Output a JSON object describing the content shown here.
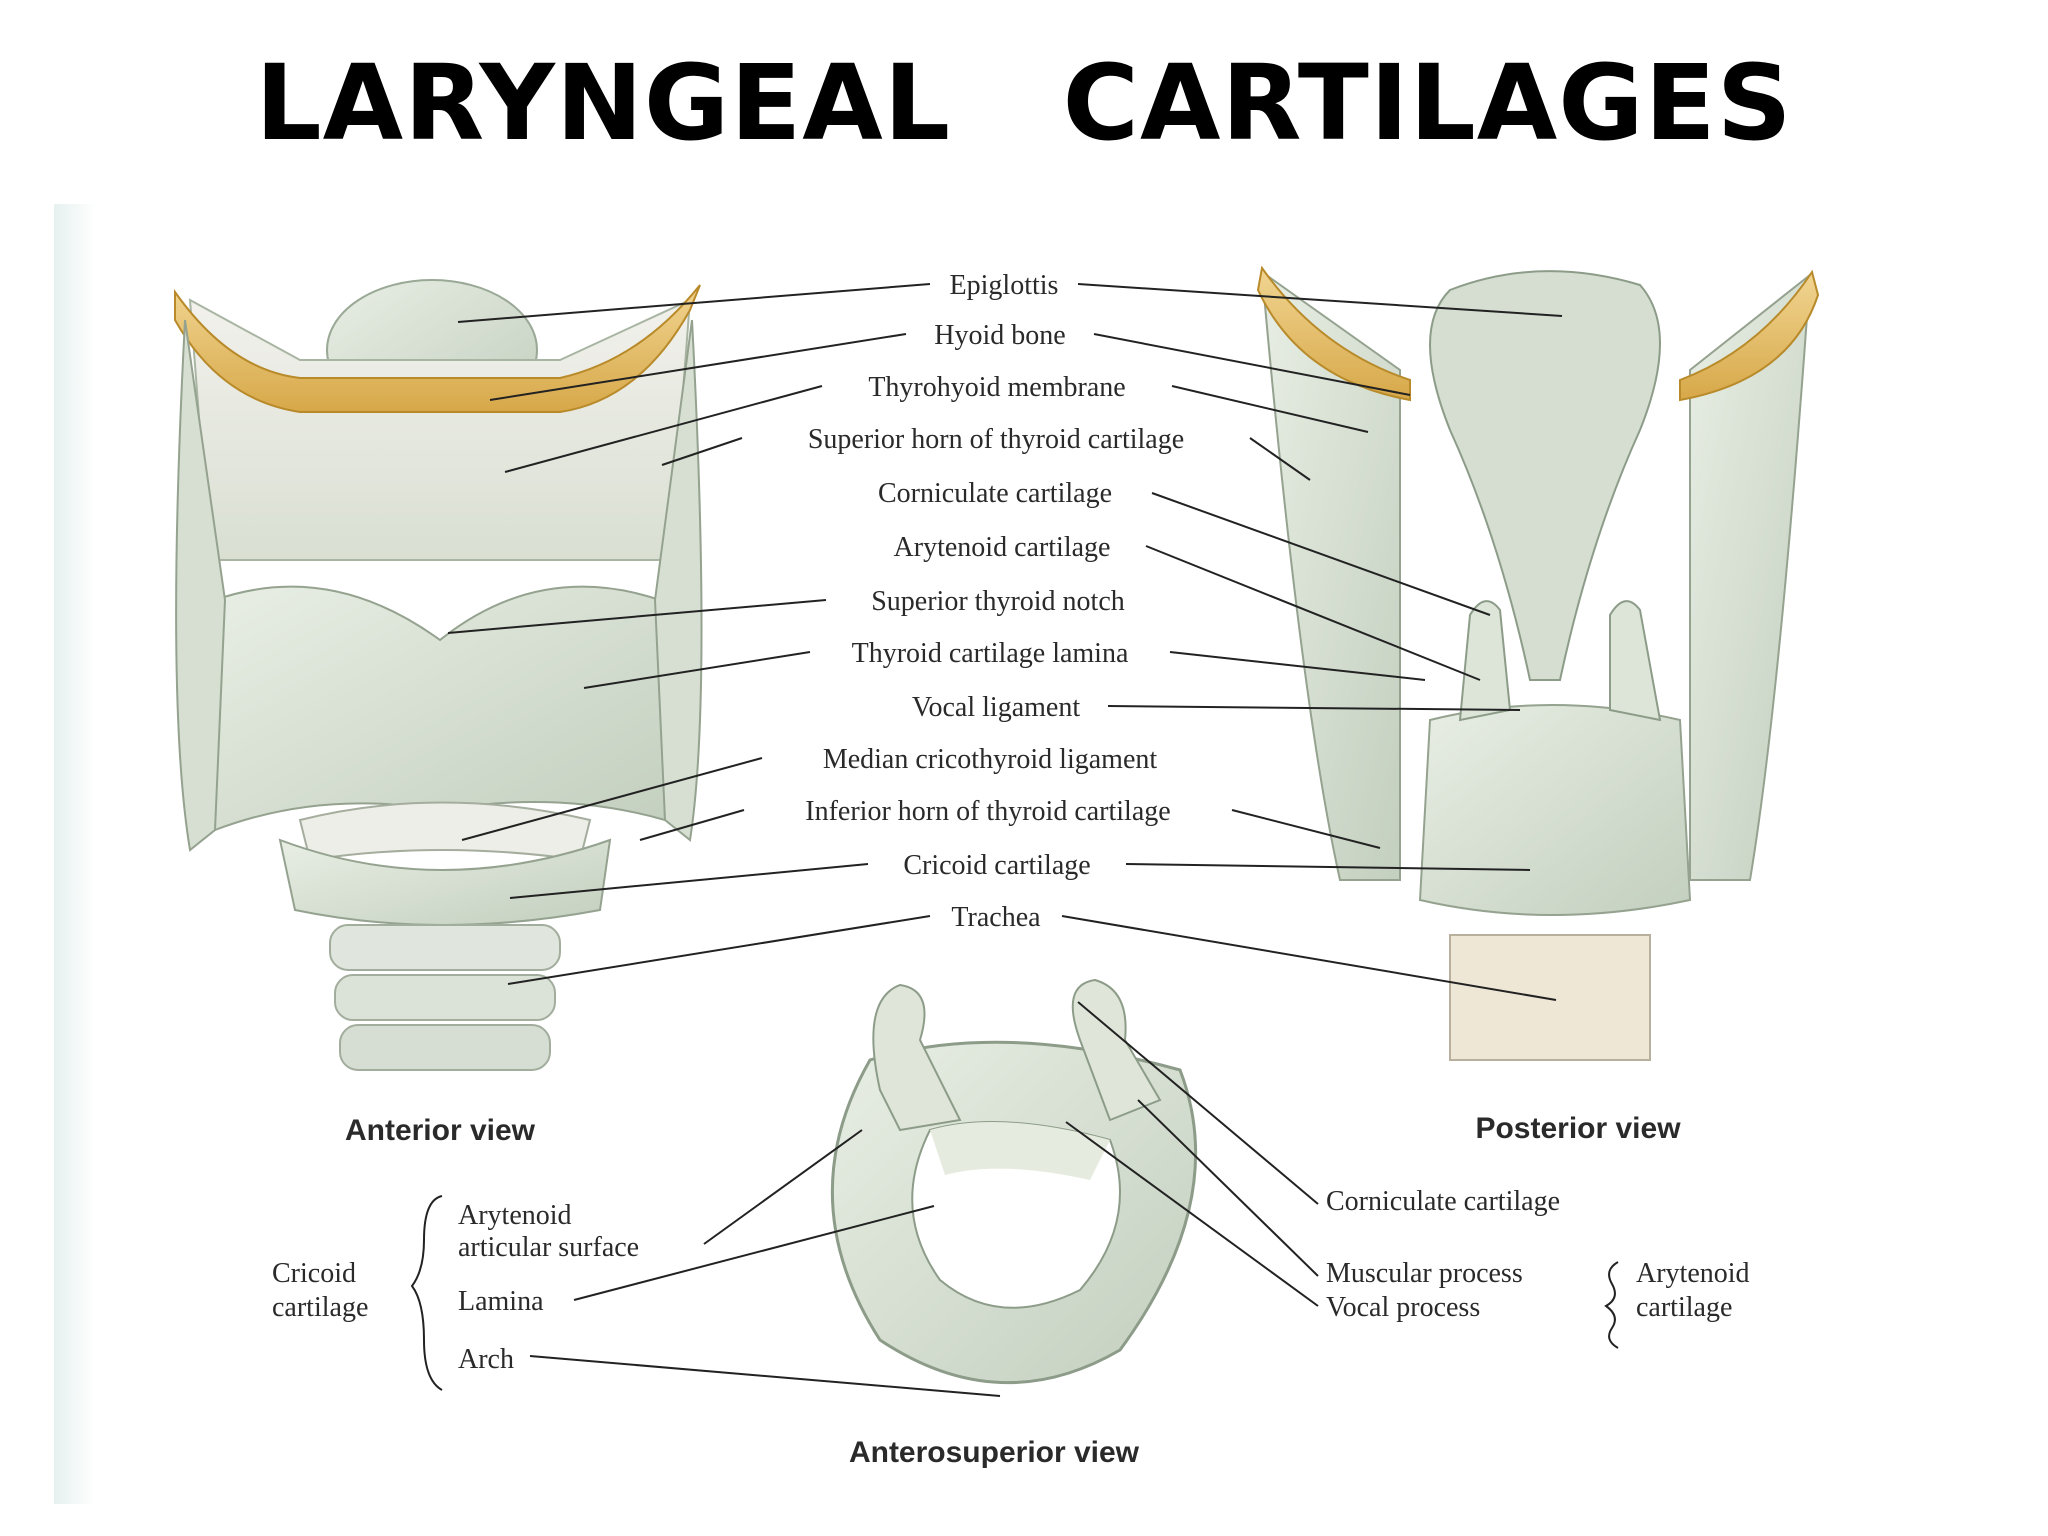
{
  "title": "LARYNGEAL   CARTILAGES",
  "labels": {
    "epiglottis": "Epiglottis",
    "hyoid_bone": "Hyoid bone",
    "thyrohyoid_membrane": "Thyrohyoid membrane",
    "superior_horn": "Superior horn of thyroid cartilage",
    "corniculate_cartilage": "Corniculate cartilage",
    "arytenoid_cartilage": "Arytenoid cartilage",
    "superior_thyroid_notch": "Superior thyroid notch",
    "thyroid_lamina": "Thyroid cartilage lamina",
    "vocal_ligament": "Vocal ligament",
    "median_cricothyroid": "Median cricothyroid ligament",
    "inferior_horn": "Inferior horn of thyroid cartilage",
    "cricoid_cartilage": "Cricoid cartilage",
    "trachea": "Trachea"
  },
  "views": {
    "anterior": "Anterior view",
    "posterior": "Posterior view",
    "anterosuperior": "Anterosuperior view"
  },
  "cricoid_group": {
    "title_line1": "Cricoid",
    "title_line2": "cartilage",
    "arytenoid_surface_line1": "Arytenoid",
    "arytenoid_surface_line2": "articular surface",
    "lamina": "Lamina",
    "arch": "Arch"
  },
  "arytenoid_group": {
    "corniculate": "Corniculate cartilage",
    "muscular_process": "Muscular process",
    "vocal_process": "Vocal process",
    "title_line1": "Arytenoid",
    "title_line2": "cartilage"
  },
  "colors": {
    "cartilage": "#dfe6da",
    "cartilage_shadow": "#aebca9",
    "bone": "#e9c77d",
    "bone_dark": "#c9982f",
    "membrane": "#eef0ea",
    "leader": "#222222"
  }
}
